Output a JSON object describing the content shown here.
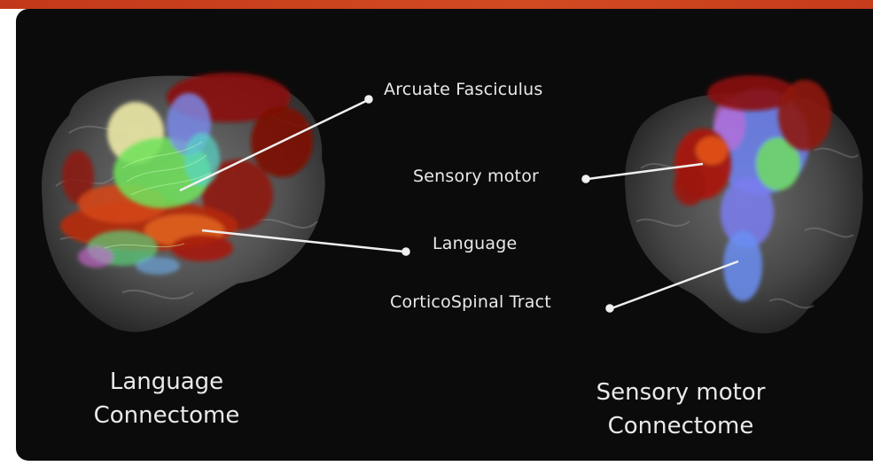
{
  "labels": {
    "arcuate": "Arcuate Fasciculus",
    "sensory_motor": "Sensory motor",
    "language": "Language",
    "corticospinal": "CorticoSpinal Tract"
  },
  "captions": {
    "left_line1": "Language",
    "left_line2": "Connectome",
    "right_line1": "Sensory motor",
    "right_line2": "Connectome"
  },
  "colors": {
    "accent_bar": "#c2381a",
    "background": "#0b0b0b",
    "text": "#e9e9e9",
    "activation_red": "#a3140c",
    "activation_orange": "#e2521a",
    "fiber_green": "#6ee35a",
    "fiber_blue": "#6f83f2"
  }
}
